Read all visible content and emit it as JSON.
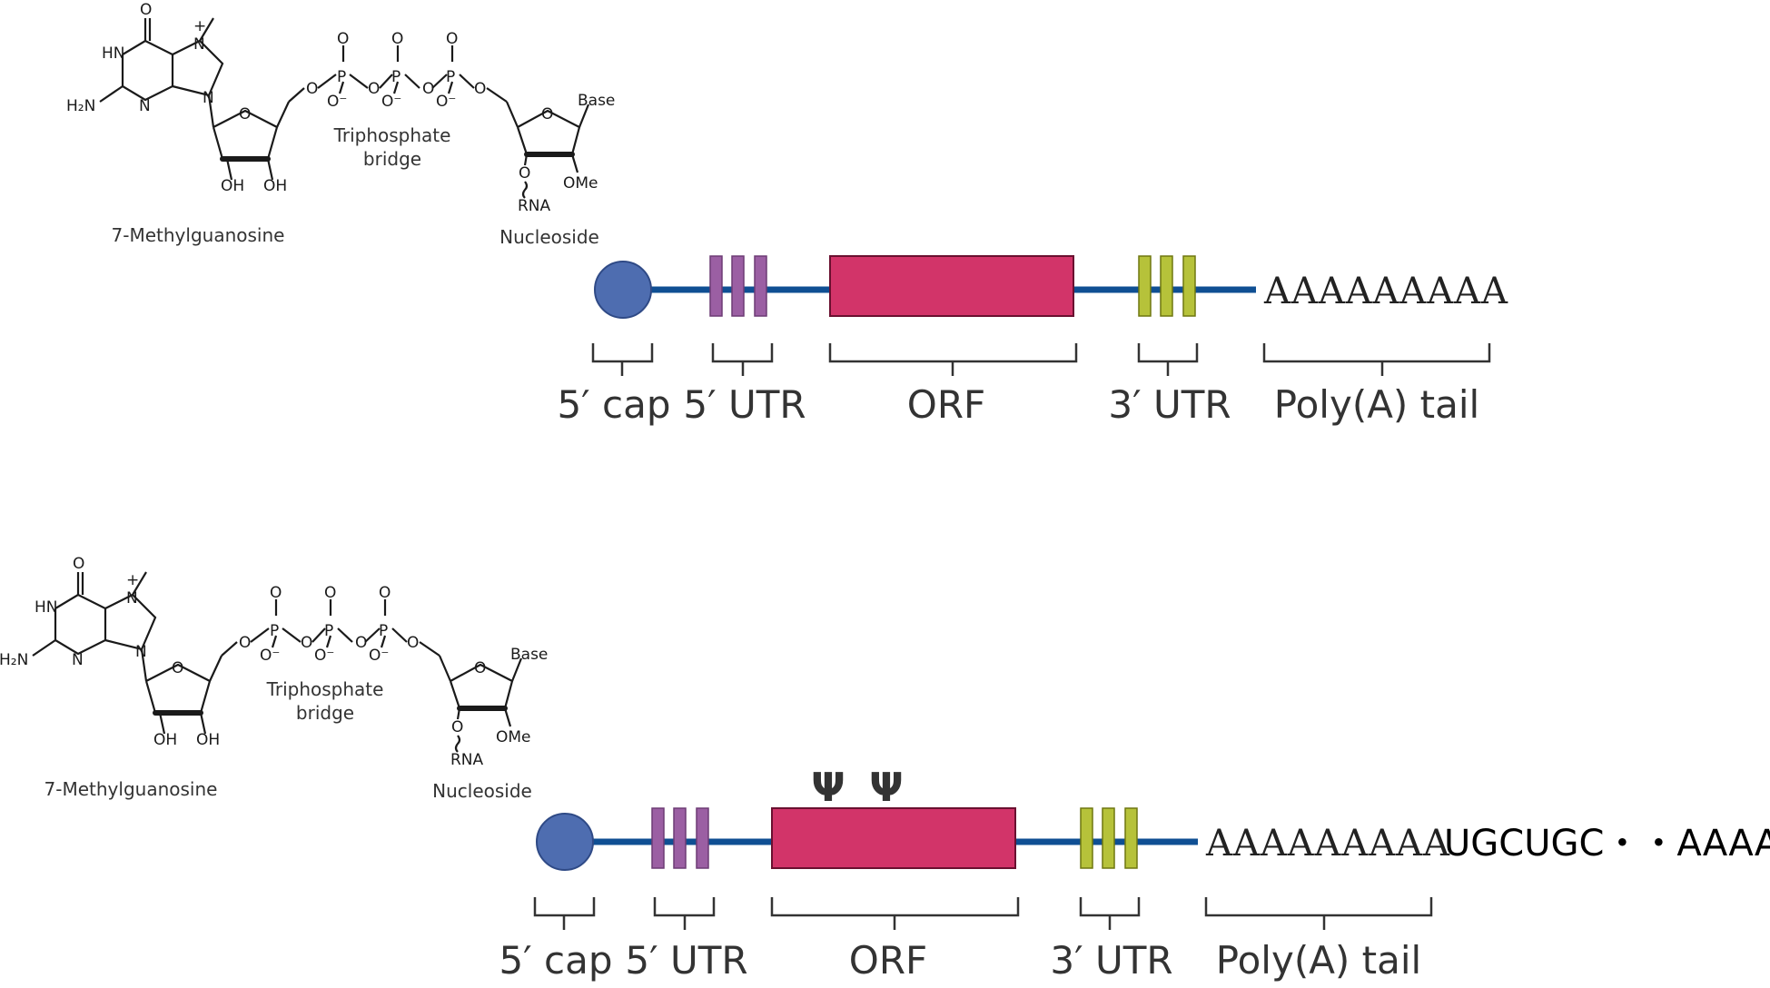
{
  "colors": {
    "backbone": "#0f4f93",
    "cap_fill": "#4e6db0",
    "utr5_fill": "#9b5fa3",
    "orf_fill": "#d23469",
    "utr3_fill": "#b6c23a",
    "text": "#333333"
  },
  "chem": {
    "methyl_caption": "7-Methylguanosine",
    "bridge_caption_line1": "Triphosphate",
    "bridge_caption_line2": "bridge",
    "nucleoside_caption": "Nucleoside",
    "base_label": "Base",
    "ome_label": "OMe",
    "rna_label": "RNA",
    "oh_label": "OH",
    "o_label": "O",
    "p_label": "P",
    "n_label": "N",
    "hn_label": "HN",
    "h2n_label": "H₂N",
    "plus_label": "+",
    "minus_o_label": "O⁻"
  },
  "labels": {
    "cap": "5′ cap",
    "utr5": "5′ UTR",
    "orf": "ORF",
    "utr3": "3′ UTR",
    "polya": "Poly(A) tail",
    "polya_seq": "AAAAAAAAA",
    "psi": "Ψ",
    "extension": "UGCUGC・・AAAA"
  }
}
